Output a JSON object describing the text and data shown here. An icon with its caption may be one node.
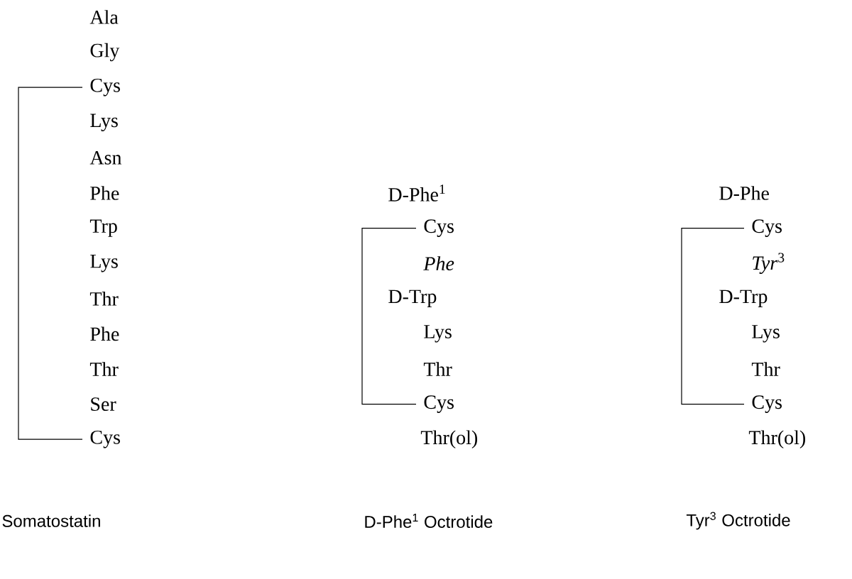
{
  "diagram": {
    "nodes": [
      {
        "text": [
          "Ala"
        ]
      },
      {
        "text": [
          "Gly"
        ]
      },
      {
        "text": [
          "Cys"
        ]
      },
      {
        "text": [
          "Lys"
        ]
      },
      {
        "text": [
          "Asn"
        ]
      },
      {
        "text": [
          "Phe"
        ]
      },
      {
        "text": [
          "Trp"
        ]
      },
      {
        "text": [
          "Lys"
        ]
      },
      {
        "text": [
          "Thr"
        ]
      },
      {
        "text": [
          "Phe"
        ]
      },
      {
        "text": [
          "Thr"
        ]
      },
      {
        "text": [
          "Ser"
        ]
      },
      {
        "text": [
          "Cys"
        ]
      },
      {
        "text": [
          "D-Phe$^{1}$"
        ]
      },
      {
        "text": [
          "Cys"
        ]
      },
      {
        "text": [
          "*Phe*"
        ]
      },
      {
        "text": [
          "D-Trp"
        ]
      },
      {
        "text": [
          "Lys"
        ]
      },
      {
        "text": [
          "Thr"
        ]
      },
      {
        "text": [
          "Cys"
        ]
      },
      {
        "text": [
          "Thr(ol)"
        ]
      },
      {
        "text": [
          "D-Phe"
        ]
      },
      {
        "text": [
          "Cys"
        ]
      },
      {
        "text": [
          "*Tyr*$^{3}$"
        ]
      },
      {
        "text": [
          "D-Trp"
        ]
      },
      {
        "text": [
          "Lys"
        ]
      },
      {
        "text": [
          "Thr"
        ]
      },
      {
        "text": [
          "Cys"
        ]
      },
      {
        "text": [
          "Thr(ol)"
        ]
      }
    ],
    "edges": [
      {
        "from": 2,
        "to": 12,
        "arrow": "none"
      },
      {
        "from": 14,
        "to": 19,
        "arrow": "none"
      },
      {
        "from": 22,
        "to": 27,
        "arrow": "none"
      }
    ],
    "labels": [
      "Somatostatin",
      "D-Phe$^{1}$ Octrotide",
      "Tyr$^{3}$ Octrotide"
    ]
  }
}
